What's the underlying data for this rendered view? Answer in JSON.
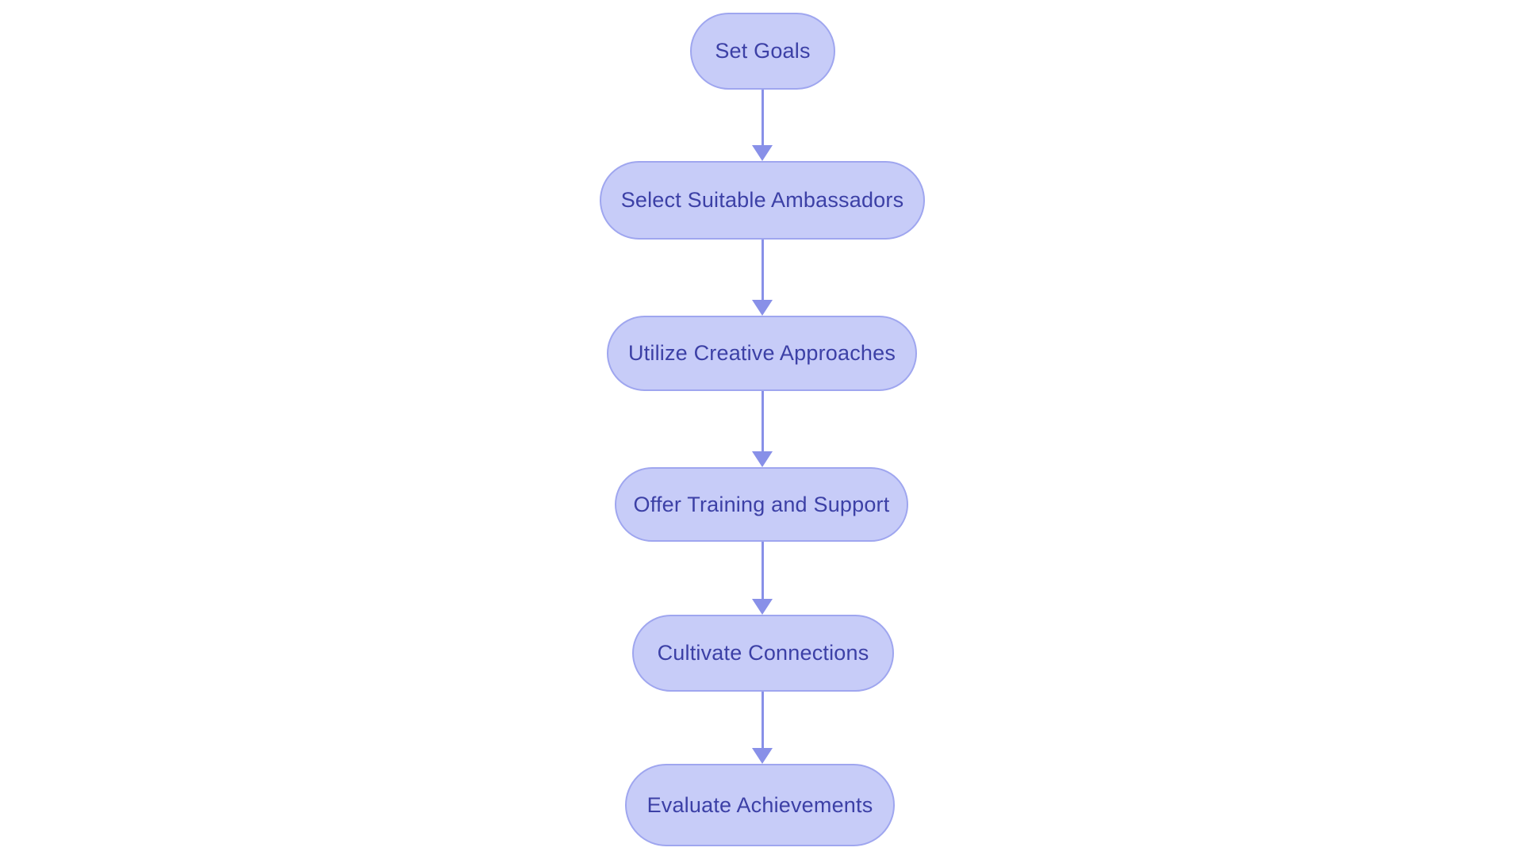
{
  "diagram": {
    "type": "flowchart",
    "direction": "top-down",
    "colors": {
      "canvas_bg": "#ffffff",
      "node_fill": "#c7ccf8",
      "node_border": "#9fa6ef",
      "text_color": "#3c40a6",
      "arrow_color": "#8890e8"
    },
    "nodes": [
      {
        "id": "set-goals",
        "label": "Set Goals"
      },
      {
        "id": "select-suitable-ambassadors",
        "label": "Select Suitable Ambassadors"
      },
      {
        "id": "utilize-creative-approaches",
        "label": "Utilize Creative Approaches"
      },
      {
        "id": "offer-training-and-support",
        "label": "Offer Training and Support"
      },
      {
        "id": "cultivate-connections",
        "label": "Cultivate Connections"
      },
      {
        "id": "evaluate-achievements",
        "label": "Evaluate Achievements"
      }
    ],
    "edges": [
      {
        "from": "Set Goals",
        "to": "Select Suitable Ambassadors"
      },
      {
        "from": "Select Suitable Ambassadors",
        "to": "Utilize Creative Approaches"
      },
      {
        "from": "Utilize Creative Approaches",
        "to": "Offer Training and Support"
      },
      {
        "from": "Offer Training and Support",
        "to": "Cultivate Connections"
      },
      {
        "from": "Cultivate Connections",
        "to": "Evaluate Achievements"
      }
    ]
  }
}
